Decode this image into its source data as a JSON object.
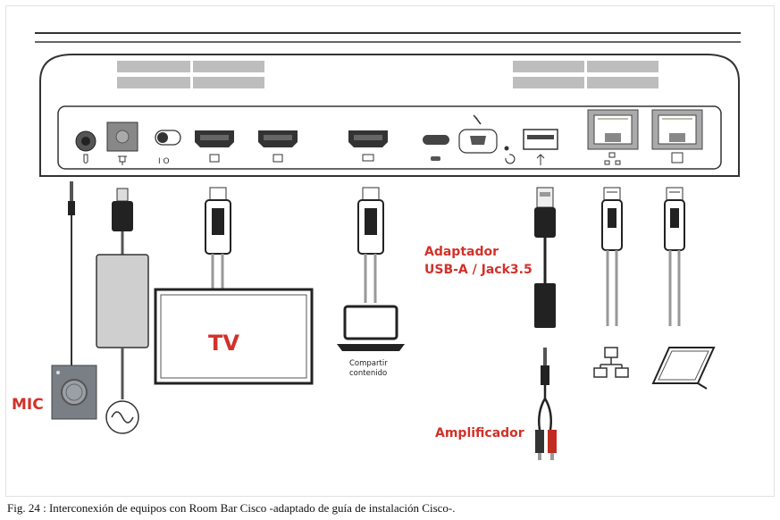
{
  "labels": {
    "mic": "MIC",
    "tv": "TV",
    "share_line1": "Compartir",
    "share_line2": "contenido",
    "adapter_line1": "Adaptador",
    "adapter_line2": "USB-A / Jack3.5",
    "amplifier": "Amplificador"
  },
  "caption": "Fig. 24 : Interconexión de equipos con Room Bar Cisco -adaptado de guía de instalación Cisco-.",
  "colors": {
    "label_red": "#d1322a",
    "device_outline": "#333333",
    "panel_gray": "#bdbdbd",
    "cable_gray": "#9a9a9a"
  },
  "icons": [
    "microphone-icon",
    "power-icon",
    "toggle-switch-icon",
    "hdmi-out-icon",
    "hdmi-in-icon",
    "usb-c-icon",
    "micro-usb-icon",
    "usb-a-icon",
    "network-icon",
    "touch-controller-icon",
    "ac-power-icon",
    "laptop-icon",
    "tablet-icon"
  ]
}
